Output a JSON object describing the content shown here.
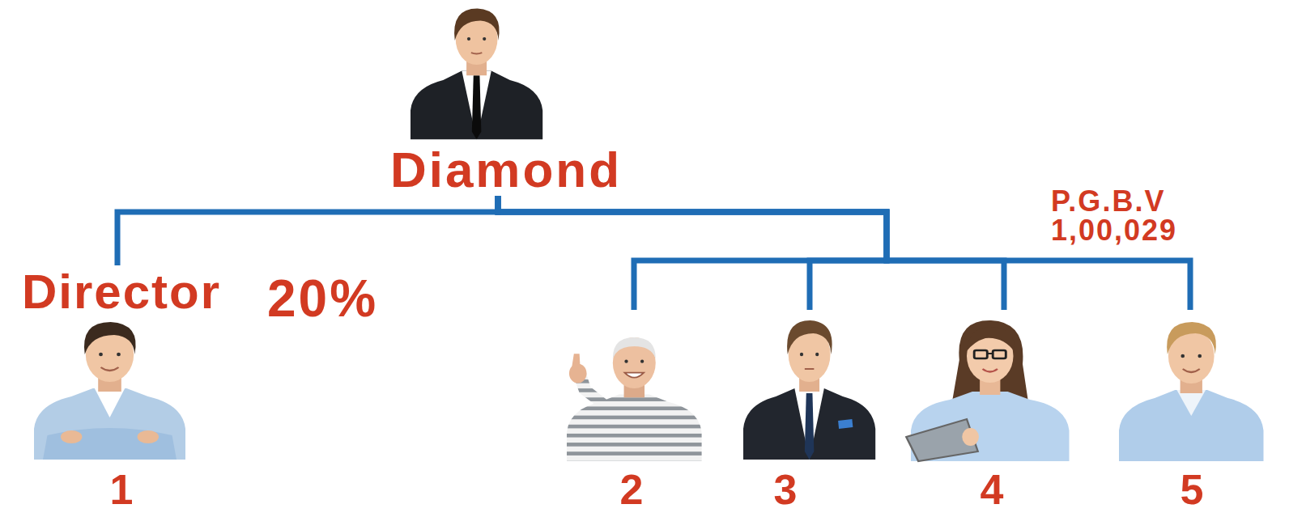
{
  "diagram": {
    "nodes": [
      {
        "text": [
          "Diamond"
        ]
      },
      {
        "text": [
          "Director",
          "1"
        ]
      },
      {
        "text": [
          "2"
        ]
      },
      {
        "text": [
          "3"
        ]
      },
      {
        "text": [
          "4"
        ]
      },
      {
        "text": [
          "5"
        ]
      }
    ],
    "edges": [
      {
        "from": 0,
        "to": 1,
        "arrow": "none"
      },
      {
        "from": 0,
        "to": 2,
        "arrow": "none"
      },
      {
        "from": 0,
        "to": 3,
        "arrow": "none"
      },
      {
        "from": 0,
        "to": 4,
        "arrow": "none"
      },
      {
        "from": 0,
        "to": 5,
        "arrow": "none"
      }
    ],
    "labels": [
      "20%",
      "P.G.B.V",
      "1,00,029"
    ]
  }
}
